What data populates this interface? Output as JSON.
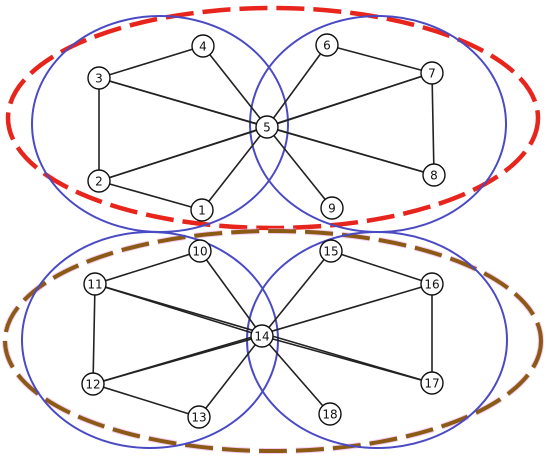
{
  "colors": {
    "top_dashed": "#e8251c",
    "bottom_dashed": "#8b5a14",
    "bottom_dashed_halo": "#f0a8e8",
    "hyperedge": "#4a4ac4",
    "edge": "#222222",
    "node_fill": "#ffffff",
    "node_stroke": "#111111"
  },
  "nodes": [
    {
      "id": "1",
      "label": "1"
    },
    {
      "id": "2",
      "label": "2"
    },
    {
      "id": "3",
      "label": "3"
    },
    {
      "id": "4",
      "label": "4"
    },
    {
      "id": "5",
      "label": "5"
    },
    {
      "id": "6",
      "label": "6"
    },
    {
      "id": "7",
      "label": "7"
    },
    {
      "id": "8",
      "label": "8"
    },
    {
      "id": "9",
      "label": "9"
    },
    {
      "id": "10",
      "label": "10"
    },
    {
      "id": "11",
      "label": "11"
    },
    {
      "id": "12",
      "label": "12"
    },
    {
      "id": "13",
      "label": "13"
    },
    {
      "id": "14",
      "label": "14"
    },
    {
      "id": "15",
      "label": "15"
    },
    {
      "id": "16",
      "label": "16"
    },
    {
      "id": "17",
      "label": "17"
    },
    {
      "id": "18",
      "label": "18"
    }
  ],
  "edges": [
    [
      "3",
      "4"
    ],
    [
      "4",
      "5"
    ],
    [
      "3",
      "2"
    ],
    [
      "2",
      "1"
    ],
    [
      "1",
      "5"
    ],
    [
      "3",
      "5"
    ],
    [
      "2",
      "5"
    ],
    [
      "5",
      "6"
    ],
    [
      "6",
      "7"
    ],
    [
      "7",
      "8"
    ],
    [
      "8",
      "5"
    ],
    [
      "5",
      "9"
    ],
    [
      "5",
      "7"
    ],
    [
      "3",
      "8"
    ],
    [
      "2",
      "7"
    ],
    [
      "11",
      "10"
    ],
    [
      "10",
      "14"
    ],
    [
      "11",
      "12"
    ],
    [
      "12",
      "13"
    ],
    [
      "13",
      "14"
    ],
    [
      "11",
      "14"
    ],
    [
      "12",
      "14"
    ],
    [
      "14",
      "15"
    ],
    [
      "15",
      "16"
    ],
    [
      "16",
      "17"
    ],
    [
      "17",
      "14"
    ],
    [
      "14",
      "18"
    ],
    [
      "11",
      "17"
    ],
    [
      "12",
      "16"
    ]
  ]
}
